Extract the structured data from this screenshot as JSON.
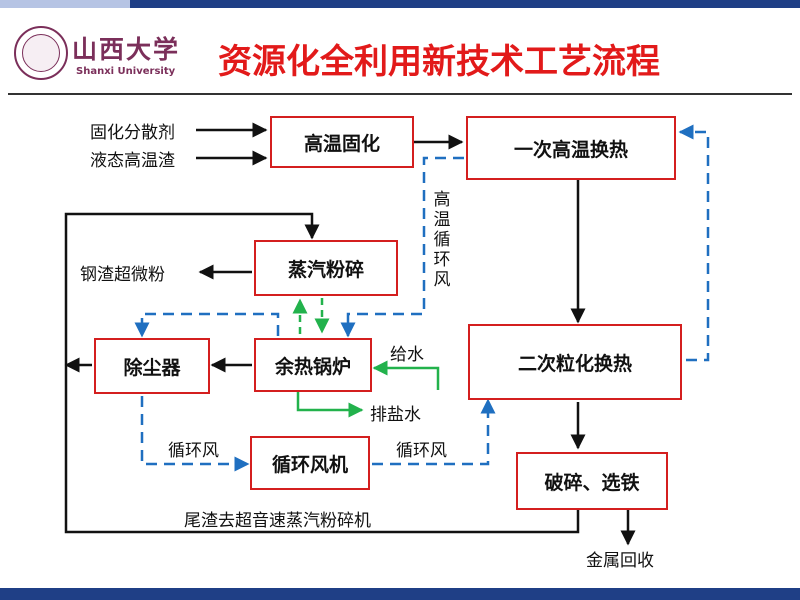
{
  "header": {
    "logo_text": "山西大学",
    "logo_subtitle": "Shanxi University",
    "title": "资源化全利用新技术工艺流程"
  },
  "colors": {
    "title": "#e21a1a",
    "box_border": "#d41f1f",
    "solid_flow": "#111111",
    "circulating_air": "#1f6fc0",
    "water_steam": "#22b24c",
    "logo": "#7b2f5a",
    "frame": "#1f3f86"
  },
  "boxes": {
    "high_temp_solidify": "高温固化",
    "first_heat_exchange": "一次高温换热",
    "steam_crusher": "蒸汽粉碎",
    "dust_collector": "除尘器",
    "waste_heat_boiler": "余热锅炉",
    "second_heat_exchange": "二次粒化换热",
    "circulating_fan": "循环风机",
    "crush_iron_select": "破碎、选铁"
  },
  "labels": {
    "solidifier": "固化分散剂",
    "liquid_slag": "液态高温渣",
    "steel_slag_powder": "钢渣超微粉",
    "high_temp_circ_air": "高温循环风",
    "feed_water": "给水",
    "blowdown_water": "排盐水",
    "circ_air_left": "循环风",
    "circ_air_right": "循环风",
    "tail_slag_note": "尾渣去超音速蒸汽粉碎机",
    "metal_recovery": "金属回收"
  }
}
